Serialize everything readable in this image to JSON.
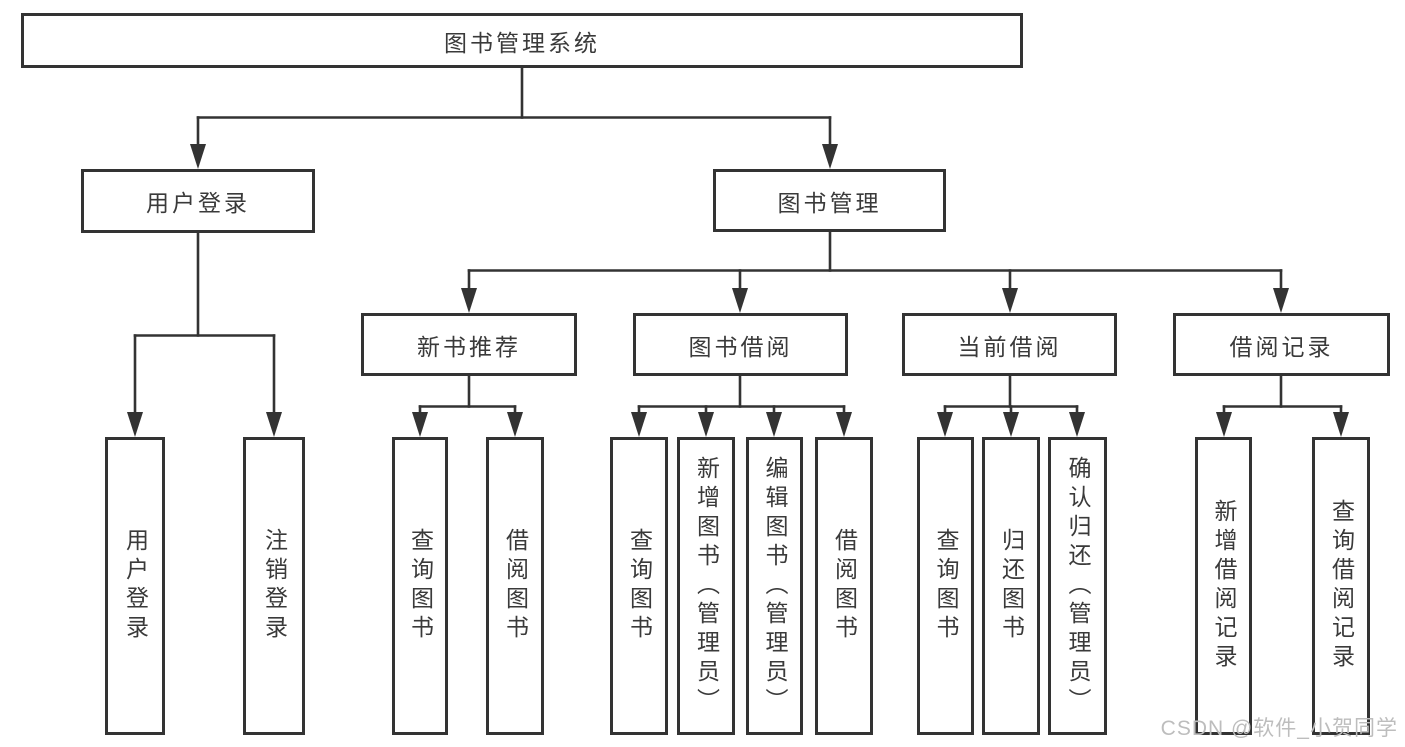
{
  "page": {
    "background": "#ffffff"
  },
  "colors": {
    "line": "#333333",
    "box_border": "#333333",
    "text": "#3a3a3a",
    "watermark": "#bdbdbd"
  },
  "diagram": {
    "root": {
      "label": "图书管理系统"
    },
    "level2": [
      {
        "label": "用户登录"
      },
      {
        "label": "图书管理"
      }
    ],
    "level3": [
      {
        "parent": "图书管理",
        "label": "新书推荐"
      },
      {
        "parent": "图书管理",
        "label": "图书借阅"
      },
      {
        "parent": "图书管理",
        "label": "当前借阅"
      },
      {
        "parent": "图书管理",
        "label": "借阅记录"
      }
    ],
    "leaves": [
      {
        "parent": "用户登录",
        "label": "用户登录"
      },
      {
        "parent": "用户登录",
        "label": "注销登录"
      },
      {
        "parent": "新书推荐",
        "label": "查询图书"
      },
      {
        "parent": "新书推荐",
        "label": "借阅图书"
      },
      {
        "parent": "图书借阅",
        "label": "查询图书"
      },
      {
        "parent": "图书借阅",
        "label": "新增图书（管理员）"
      },
      {
        "parent": "图书借阅",
        "label": "编辑图书（管理员）"
      },
      {
        "parent": "图书借阅",
        "label": "借阅图书"
      },
      {
        "parent": "当前借阅",
        "label": "查询图书"
      },
      {
        "parent": "当前借阅",
        "label": "归还图书"
      },
      {
        "parent": "当前借阅",
        "label": "确认归还（管理员）"
      },
      {
        "parent": "借阅记录",
        "label": "新增借阅记录"
      },
      {
        "parent": "借阅记录",
        "label": "查询借阅记录"
      }
    ]
  },
  "watermark": {
    "text": "CSDN @软件_小贺同学"
  }
}
